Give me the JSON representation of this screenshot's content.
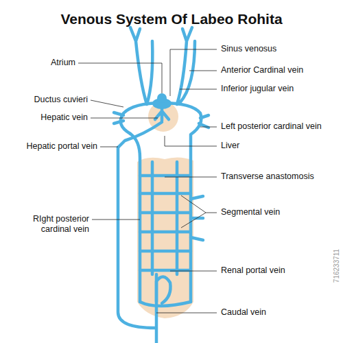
{
  "diagram": {
    "title": "Venous System Of Labeo Rohita",
    "labels": [
      "Atrium",
      "Ductus cuvieri",
      "Hepatic vein",
      "Hepatic portal vein",
      "RIght posterior cardinal vein",
      "Sinus venosus",
      "Anterior Cardinal vein",
      "Inferior jugular vein",
      "Left posterior cardinal vein",
      "Liver",
      "Transverse anastomosis",
      "Segmental vein",
      "Renal portal vein",
      "Caudal vein",
      "716233711"
    ]
  }
}
